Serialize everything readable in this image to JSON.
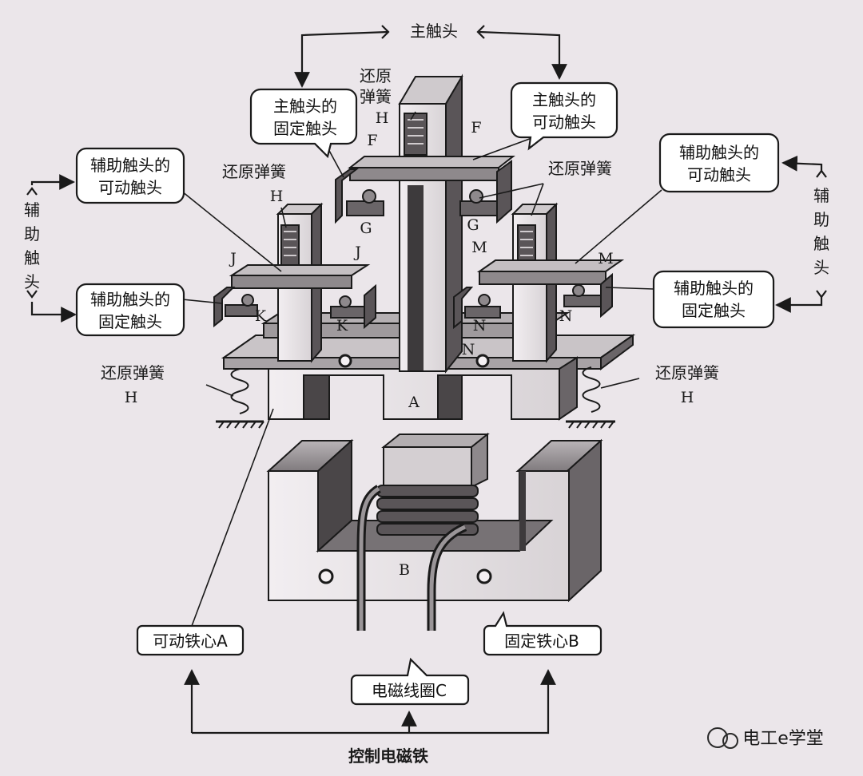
{
  "labels": {
    "main_contact": "主触头",
    "reset_spring_top_l1": "还原",
    "reset_spring_top_l2": "弹簧",
    "letter_H": "H",
    "letter_F": "F",
    "letter_G": "G",
    "letter_J": "J",
    "letter_K": "K",
    "letter_M": "M",
    "letter_N": "N",
    "letter_A": "A",
    "letter_B": "B",
    "main_fixed_l1": "主触头的",
    "main_fixed_l2": "固定触头",
    "main_moving_l1": "主触头的",
    "main_moving_l2": "可动触头",
    "aux_moving_l1": "辅助触头的",
    "aux_moving_l2": "可动触头",
    "aux_fixed_l1": "辅助触头的",
    "aux_fixed_l2": "固定触头",
    "aux_contact_chars": [
      "辅",
      "助",
      "触",
      "头"
    ],
    "reset_spring": "还原弹簧",
    "moving_core": "可动铁心A",
    "fixed_core": "固定铁心B",
    "coil": "电磁线圈C",
    "control_magnet": "控制电磁铁",
    "watermark": "电工e学堂"
  },
  "colors": {
    "background": "#ebe6ea",
    "core_light": "#e2dde0",
    "core_shade": "#8a8589",
    "core_dark": "#3d3a3c",
    "callout_fill": "#ffffff",
    "ink": "#1a1a1a"
  }
}
